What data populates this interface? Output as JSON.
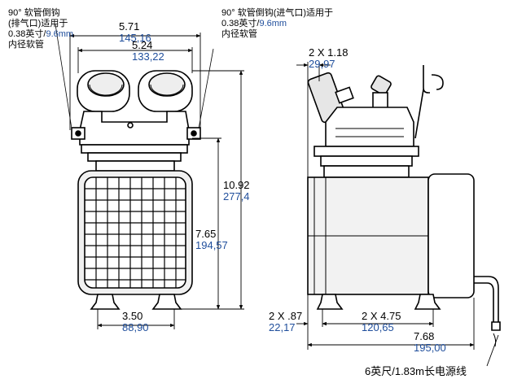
{
  "callouts": {
    "exhaust": {
      "line1": "90° 软管倒钩",
      "line2": "(排气口)适用于",
      "line3a": "0.38英寸/",
      "line3b": "9.6mm",
      "line4": "内径软管"
    },
    "intake": {
      "line1": "90° 软管倒钩(进气口)适用于",
      "line2a": "0.38英寸/",
      "line2b": "9.6mm",
      "line3": "内径软管"
    },
    "power_cord": "6英尺/1.83m长电源线"
  },
  "dimensions": {
    "overall_width": {
      "in": "5.71",
      "mm": "145,16"
    },
    "muffler_width": {
      "in": "5.24",
      "mm": "133,22"
    },
    "overall_height": {
      "in": "10.92",
      "mm": "277,4"
    },
    "barb_height": {
      "in": "7.65",
      "mm": "194,57"
    },
    "foot_spacing": {
      "in": "3.50",
      "mm": "88,90"
    },
    "gauge_offset": {
      "in": "2 X 1.18",
      "mm": "29,97"
    },
    "foot_inset": {
      "in": "2 X .87",
      "mm": "22,17"
    },
    "foot_span": {
      "in": "2 X 4.75",
      "mm": "120,65"
    },
    "overall_depth": {
      "in": "7.68",
      "mm": "195,00"
    }
  },
  "colors": {
    "metric": "#1f4e9c",
    "imperial": "#000000"
  }
}
